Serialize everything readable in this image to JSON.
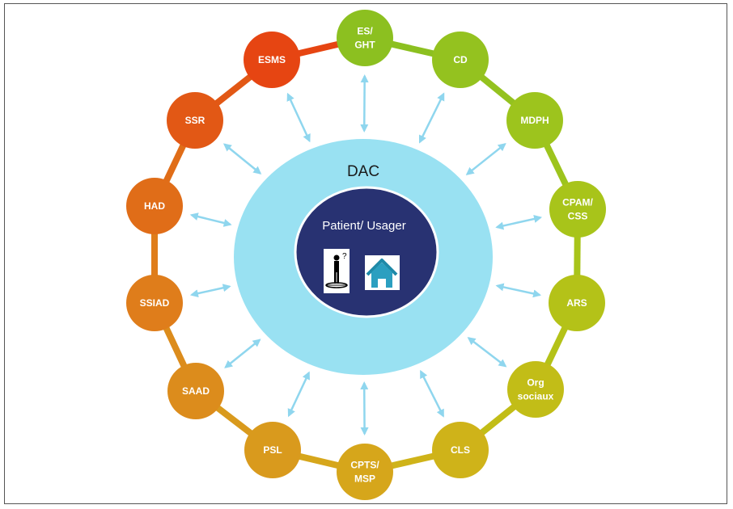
{
  "diagram": {
    "center_label": "DAC",
    "inner_label": "Patient/ Usager",
    "colors": {
      "outer_ellipse": "#99e1f2",
      "inner_ellipse": "#283272",
      "arrow": "#8fd6ee"
    },
    "icons": [
      "person-question-icon",
      "house-icon"
    ],
    "nodes": [
      {
        "label": "ES/ GHT",
        "color": "#8cc020"
      },
      {
        "label": "CD",
        "color": "#94c21f"
      },
      {
        "label": "MDPH",
        "color": "#9dc41d"
      },
      {
        "label": "CPAM/ CSS",
        "color": "#a8c41a"
      },
      {
        "label": "ARS",
        "color": "#b4c218"
      },
      {
        "label": "Org sociaux",
        "color": "#c2bd17"
      },
      {
        "label": "CLS",
        "color": "#cfb319"
      },
      {
        "label": "CPTS/ MSP",
        "color": "#d6a61b"
      },
      {
        "label": "PSL",
        "color": "#d99a1d"
      },
      {
        "label": "SAAD",
        "color": "#dc8c1c"
      },
      {
        "label": "SSIAD",
        "color": "#df7d1b"
      },
      {
        "label": "HAD",
        "color": "#e06d18"
      },
      {
        "label": "SSR",
        "color": "#e25815"
      },
      {
        "label": "ESMS",
        "color": "#e64512"
      }
    ]
  }
}
